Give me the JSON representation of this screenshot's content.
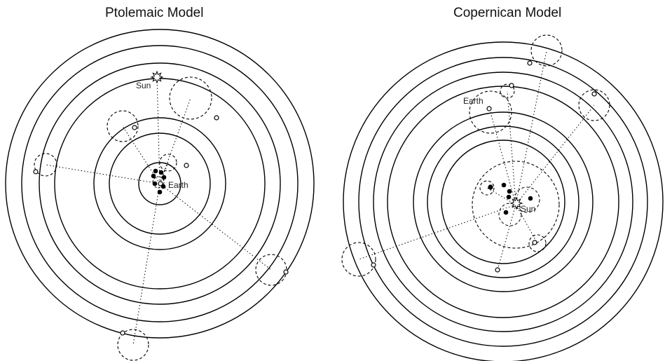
{
  "left": {
    "title": "Ptolemaic Model",
    "sun_label": "Sun",
    "earth_label": "Earth"
  },
  "right": {
    "title": "Copernican Model",
    "sun_label": "Sun",
    "earth_label": "Earth"
  }
}
